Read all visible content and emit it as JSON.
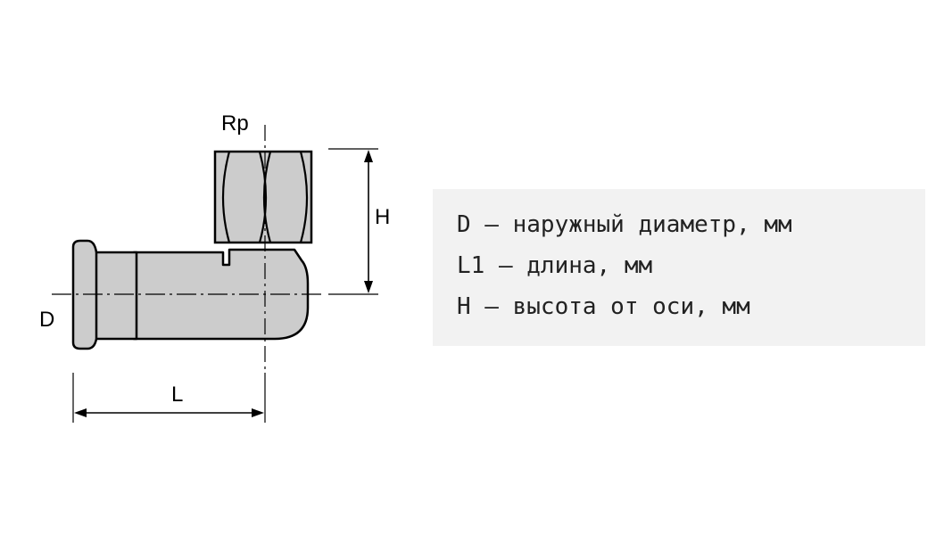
{
  "diagram": {
    "labels": {
      "rp": "Rp",
      "h": "H",
      "d": "D",
      "l": "L"
    }
  },
  "legend": {
    "lines": [
      "D – наружный диаметр, мм",
      "L1 – длина, мм",
      "H – высота от оси, мм"
    ]
  }
}
